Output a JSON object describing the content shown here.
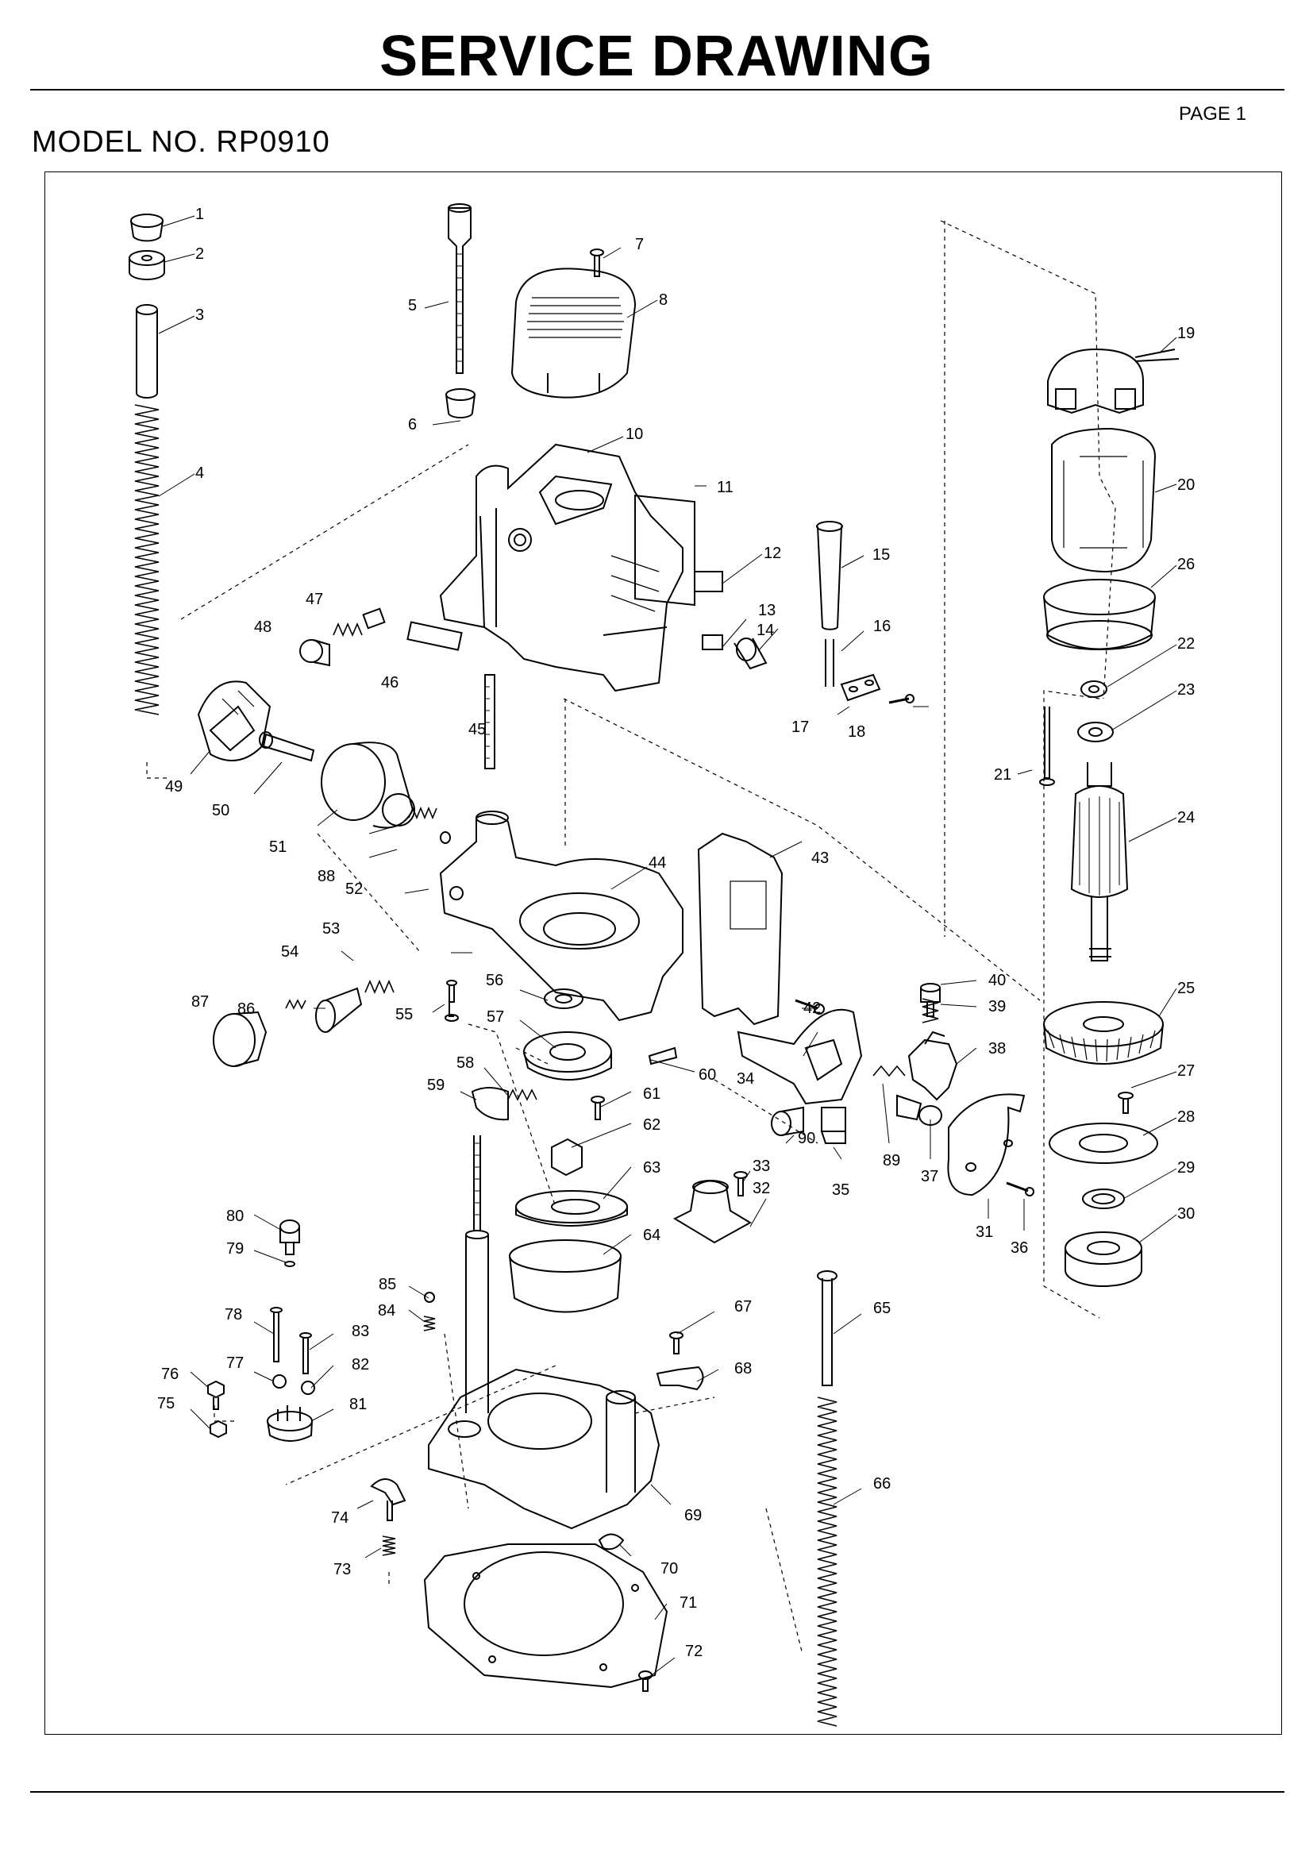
{
  "header": {
    "title": "SERVICE DRAWING",
    "page": "PAGE 1",
    "model": "MODEL NO. RP0910"
  },
  "parts": [
    "1",
    "2",
    "3",
    "4",
    "5",
    "6",
    "7",
    "8",
    "10",
    "11",
    "12",
    "13",
    "14",
    "15",
    "16",
    "17",
    "18",
    "19",
    "20",
    "21",
    "22",
    "23",
    "24",
    "25",
    "26",
    "27",
    "28",
    "29",
    "30",
    "31",
    "32",
    "33",
    "34",
    "35",
    "36",
    "37",
    "38",
    "39",
    "40",
    "42",
    "43",
    "44",
    "45",
    "46",
    "47",
    "48",
    "49",
    "50",
    "51",
    "52",
    "53",
    "54",
    "55",
    "56",
    "57",
    "58",
    "59",
    "60",
    "61",
    "62",
    "63",
    "64",
    "65",
    "66",
    "67",
    "68",
    "69",
    "70",
    "71",
    "72",
    "73",
    "74",
    "75",
    "76",
    "77",
    "78",
    "79",
    "80",
    "81",
    "82",
    "83",
    "84",
    "85",
    "86",
    "87",
    "88",
    "89",
    "90"
  ],
  "icons": {
    "drawing": "exploded-parts-diagram",
    "spring": "coil-spring-icon",
    "screw": "screw-icon",
    "bearing": "ball-bearing-icon"
  }
}
